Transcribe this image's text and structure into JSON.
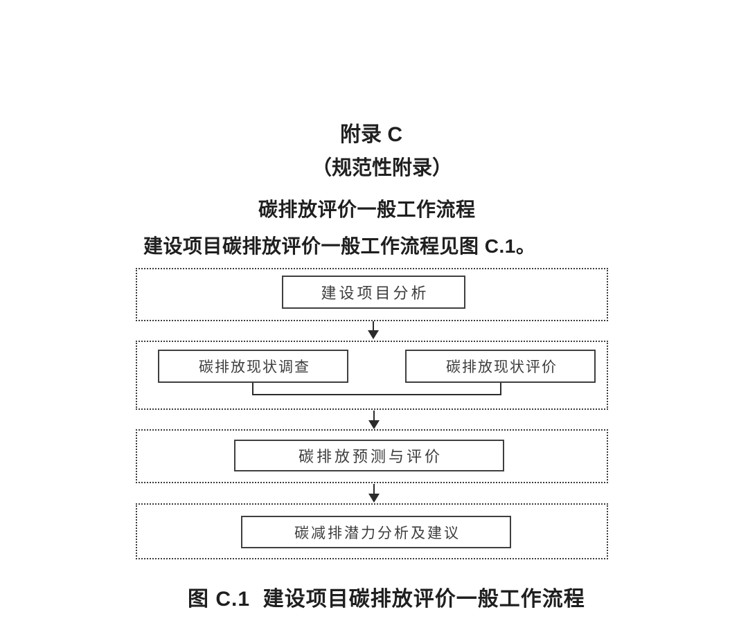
{
  "document": {
    "appendix_title": "附录 C",
    "appendix_subtitle": "（规范性附录）",
    "appendix_heading": "碳排放评价一般工作流程",
    "intro_text": "建设项目碳排放评价一般工作流程见图 C.1。",
    "figure_caption": "图 C.1  建设项目碳排放评价一般工作流程"
  },
  "flowchart": {
    "type": "flow",
    "stages": [
      {
        "name": "stage-1",
        "boxes": [
          "建设项目分析"
        ]
      },
      {
        "name": "stage-2",
        "boxes": [
          "碳排放现状调查",
          "碳排放现状评价"
        ]
      },
      {
        "name": "stage-3",
        "boxes": [
          "碳排放预测与评价"
        ]
      },
      {
        "name": "stage-4",
        "boxes": [
          "碳减排潜力分析及建议"
        ]
      }
    ],
    "connections": [
      {
        "from": "stage-1",
        "to": "stage-2",
        "style": "arrow-down"
      },
      {
        "from": "stage-2",
        "to": "stage-3",
        "style": "merged-arrow-down"
      },
      {
        "from": "stage-3",
        "to": "stage-4",
        "style": "arrow-down"
      }
    ]
  },
  "colors": {
    "background": "#ffffff",
    "heading_text": "#1f1f1f",
    "box_text": "#3d3d3d",
    "box_border": "#3f3f3f",
    "dotted_border": "#3a3a3a",
    "connector": "#2b2b2b"
  }
}
